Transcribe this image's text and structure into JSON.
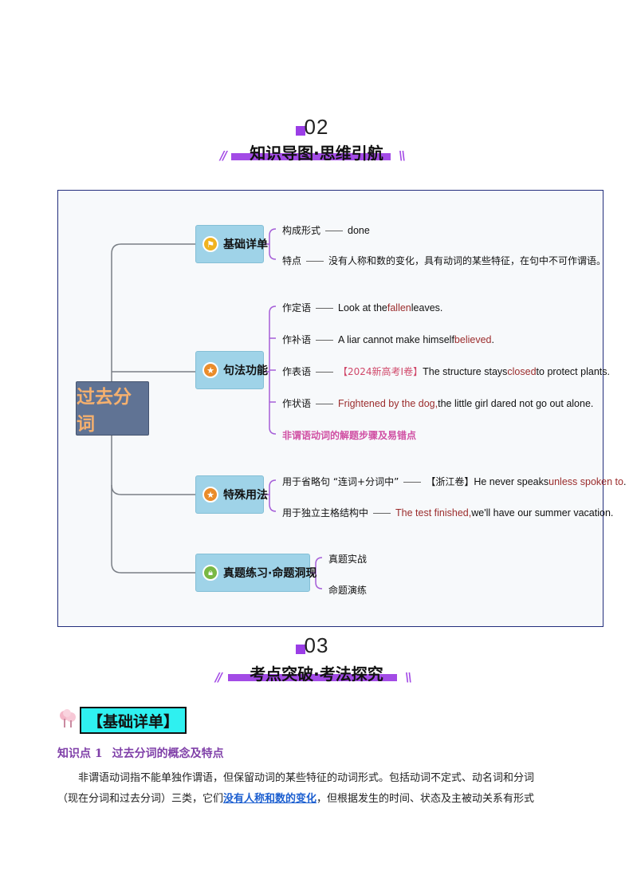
{
  "section02": {
    "number": "02",
    "title": "知识导图·思维引航"
  },
  "section03": {
    "number": "03",
    "title": "考点突破·考法探究"
  },
  "slash_left": "//",
  "slash_right": "\\\\",
  "mindmap": {
    "root": "过去分词",
    "branches": {
      "b1": {
        "label": "基础详单",
        "icon": "flag-icon",
        "icon_color": "#f0b31f"
      },
      "b2": {
        "label": "句法功能",
        "icon": "star-icon",
        "icon_color": "#ea8c2a"
      },
      "b3": {
        "label": "特殊用法",
        "icon": "star-icon",
        "icon_color": "#ea8c2a"
      },
      "b4": {
        "label": "真题练习·命题洞现",
        "icon": "lock-icon",
        "icon_color": "#79b844"
      }
    },
    "leaves": {
      "l1": {
        "label": "构成形式",
        "text": "done"
      },
      "l2": {
        "label": "特点",
        "text": "没有人称和数的变化，具有动词的某些特征，在句中不可作谓语。"
      },
      "l3": {
        "label": "作定语",
        "pre": "Look at the",
        "hl": "fallen",
        "post": "leaves."
      },
      "l4": {
        "label": "作补语",
        "pre": "A liar cannot make himself",
        "hl": "believed",
        "post": "."
      },
      "l5": {
        "label": "作表语",
        "tag": "【2024新高考Ⅰ卷】",
        "pre": "The structure stays",
        "hl": "closed",
        "post": "to protect plants."
      },
      "l6": {
        "label": "作状语",
        "hl": "Frightened by the dog,",
        "post": "the little girl dared not go out alone."
      },
      "l7": {
        "text": "非谓语动词的解题步骤及易错点"
      },
      "l8": {
        "label": "用于省略句 “连词+分词中”",
        "tag": "【浙江卷】",
        "pre": "He never speaks",
        "hl": "unless spoken to",
        "post": "."
      },
      "l9": {
        "label": "用于独立主格结构中",
        "hl": "The test finished,",
        "post": "we'll have our summer vacation."
      },
      "l10": {
        "text": "真题实战"
      },
      "l11": {
        "text": "命题演练"
      }
    }
  },
  "basic_title": "【基础详单】",
  "kp_label": "知识点 1",
  "kp_text": "过去分词的概念及特点",
  "paragraph": {
    "line1": "非谓语动词指不能单独作谓语，但保留动词的某些特征的动词形式。包括动词不定式、动名词和分词",
    "line2_pre": "（现在分词和过去分词）三类，它们",
    "line2_link": "没有人称和数的变化",
    "line2_post": "，但根据发生的时间、状态及主被动关系有形式"
  }
}
